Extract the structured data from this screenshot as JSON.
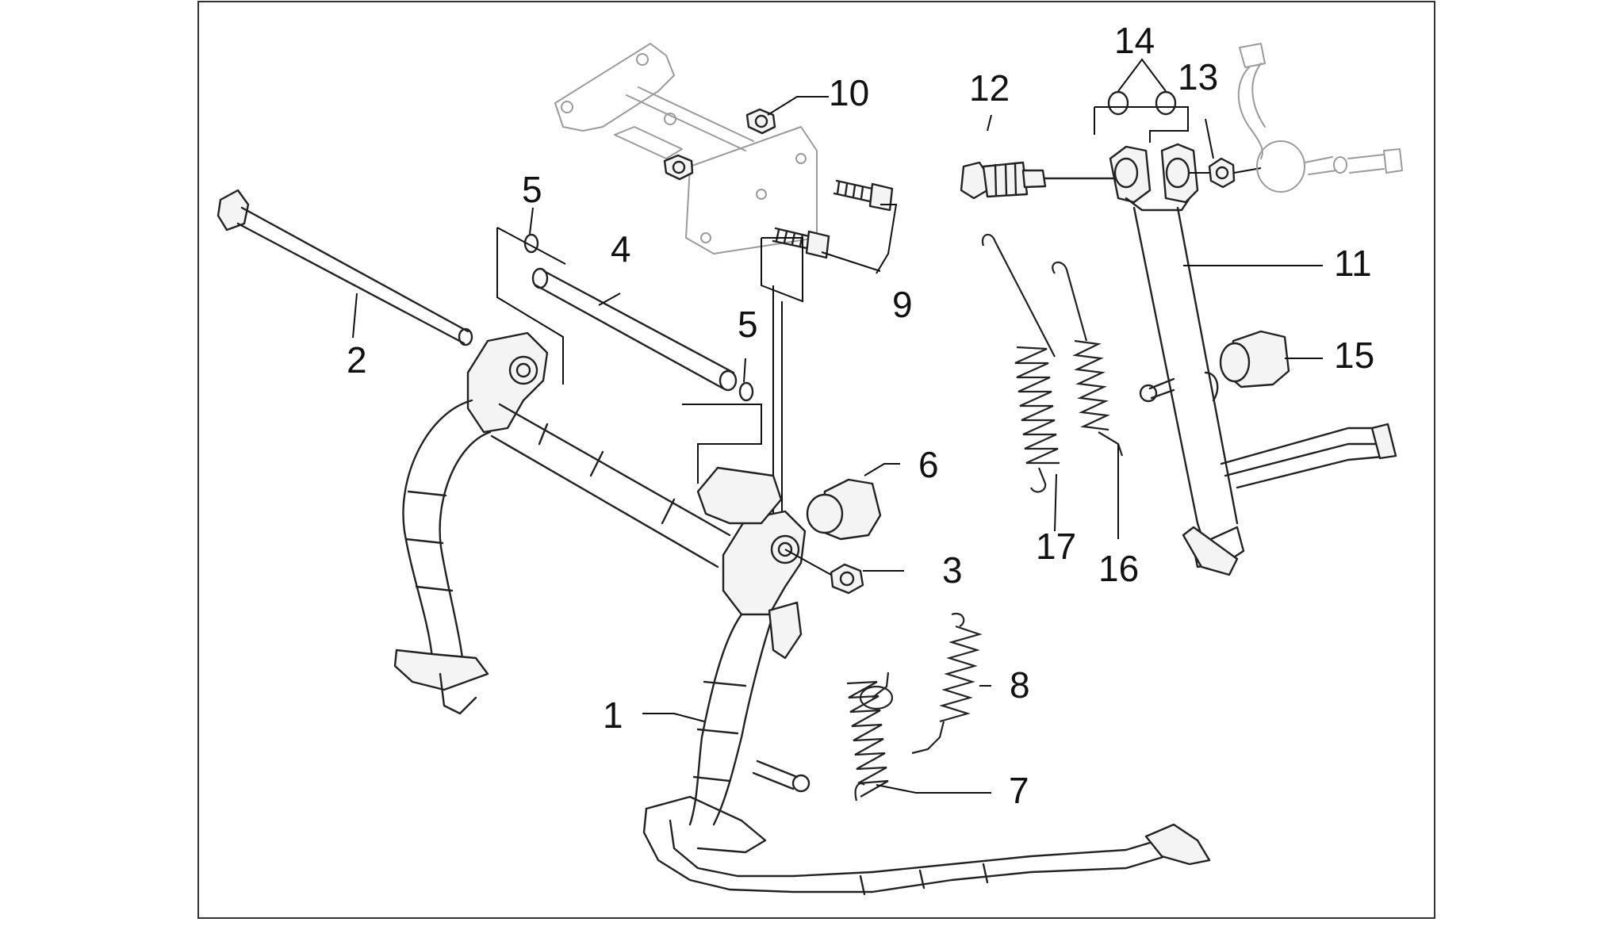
{
  "diagram": {
    "callouts": [
      {
        "id": "c1",
        "label": "1"
      },
      {
        "id": "c2",
        "label": "2"
      },
      {
        "id": "c3",
        "label": "3"
      },
      {
        "id": "c4",
        "label": "4"
      },
      {
        "id": "c5a",
        "label": "5"
      },
      {
        "id": "c5b",
        "label": "5"
      },
      {
        "id": "c6",
        "label": "6"
      },
      {
        "id": "c7",
        "label": "7"
      },
      {
        "id": "c8",
        "label": "8"
      },
      {
        "id": "c9",
        "label": "9"
      },
      {
        "id": "c10",
        "label": "10"
      },
      {
        "id": "c11",
        "label": "11"
      },
      {
        "id": "c12",
        "label": "12"
      },
      {
        "id": "c13",
        "label": "13"
      },
      {
        "id": "c14",
        "label": "14"
      },
      {
        "id": "c15",
        "label": "15"
      },
      {
        "id": "c16",
        "label": "16"
      },
      {
        "id": "c17",
        "label": "17"
      }
    ]
  }
}
